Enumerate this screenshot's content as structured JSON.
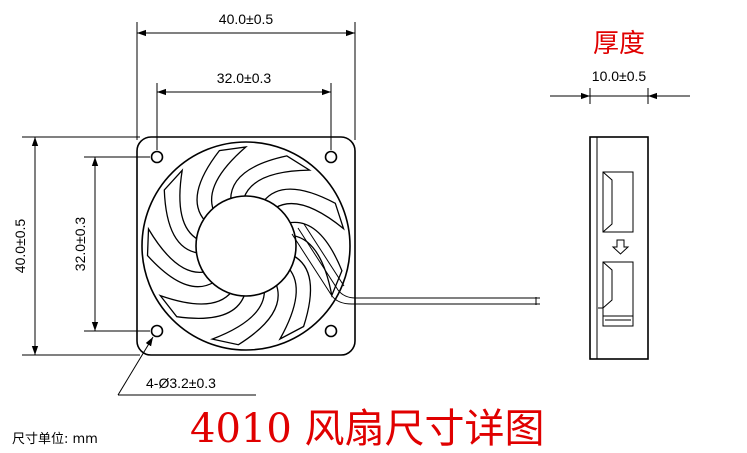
{
  "front_view": {
    "width_dim": "40.0±0.5",
    "hole_pitch_horizontal_dim": "32.0±0.3",
    "height_dim": "40.0±0.5",
    "hole_pitch_vertical_dim": "32.0±0.3",
    "mounting_hole_dim": "4-Ø3.2±0.3",
    "blade_count": 9
  },
  "side_view": {
    "heading": "厚度",
    "thickness_dim": "10.0±0.5"
  },
  "footer": {
    "title": "4010  风扇尺寸详图",
    "unit_note": "尺寸单位: mm"
  },
  "colors": {
    "title_red": "#e00000",
    "line": "#000000"
  }
}
